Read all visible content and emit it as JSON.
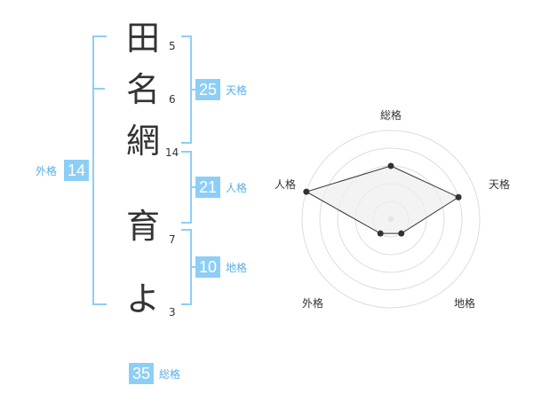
{
  "name": {
    "chars": [
      {
        "char": "田",
        "strokes": "5"
      },
      {
        "char": "名",
        "strokes": "6"
      },
      {
        "char": "網",
        "strokes": "14"
      },
      {
        "char": "育",
        "strokes": "7"
      },
      {
        "char": "よ",
        "strokes": "3"
      }
    ]
  },
  "fortune": {
    "tenkaku": {
      "value": "25",
      "label": "天格"
    },
    "jinkaku": {
      "value": "21",
      "label": "人格"
    },
    "chikaku": {
      "value": "10",
      "label": "地格"
    },
    "gaikaku": {
      "value": "14",
      "label": "外格"
    },
    "soukaku": {
      "value": "35",
      "label": "総格"
    }
  },
  "radar": {
    "axes": [
      "総格",
      "天格",
      "地格",
      "外格",
      "人格"
    ],
    "values": [
      3,
      4,
      1,
      1,
      5
    ],
    "max": 5,
    "line_color": "#333333",
    "fill_color": "#eeeeee",
    "grid_color": "#dddddd"
  }
}
